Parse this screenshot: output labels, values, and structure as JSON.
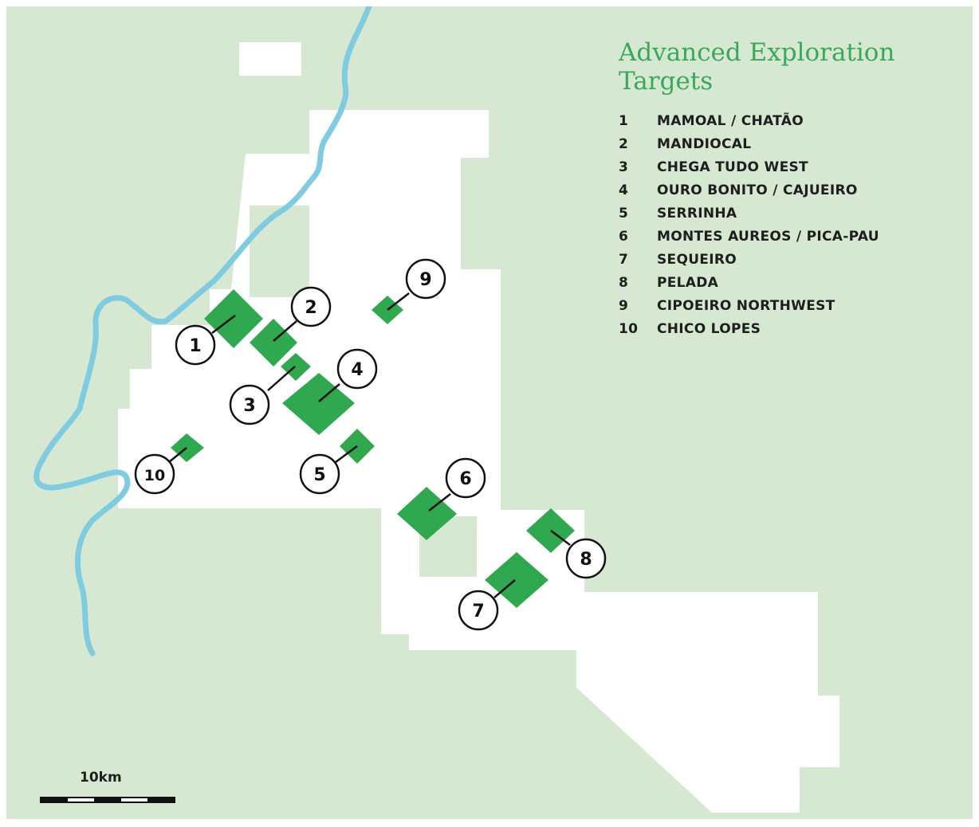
{
  "title": "Advanced Exploration Targets",
  "colors": {
    "background": "#d7e8d2",
    "tenement": "#ffffff",
    "river": "#7fcbe0",
    "target": "#2fa84f",
    "title": "#3aa85a"
  },
  "targets": [
    {
      "num": "1",
      "name": "MAMOAL / CHATÃO"
    },
    {
      "num": "2",
      "name": "MANDIOCAL"
    },
    {
      "num": "3",
      "name": "CHEGA TUDO WEST"
    },
    {
      "num": "4",
      "name": "OURO BONITO / CAJUEIRO"
    },
    {
      "num": "5",
      "name": "SERRINHA"
    },
    {
      "num": "6",
      "name": "MONTES AUREOS / PICA-PAU"
    },
    {
      "num": "7",
      "name": "SEQUEIRO"
    },
    {
      "num": "8",
      "name": "PELADA"
    },
    {
      "num": "9",
      "name": "CIPOEIRO NORTHWEST"
    },
    {
      "num": "10",
      "name": "CHICO LOPES"
    }
  ],
  "scale": {
    "label": "10km"
  }
}
